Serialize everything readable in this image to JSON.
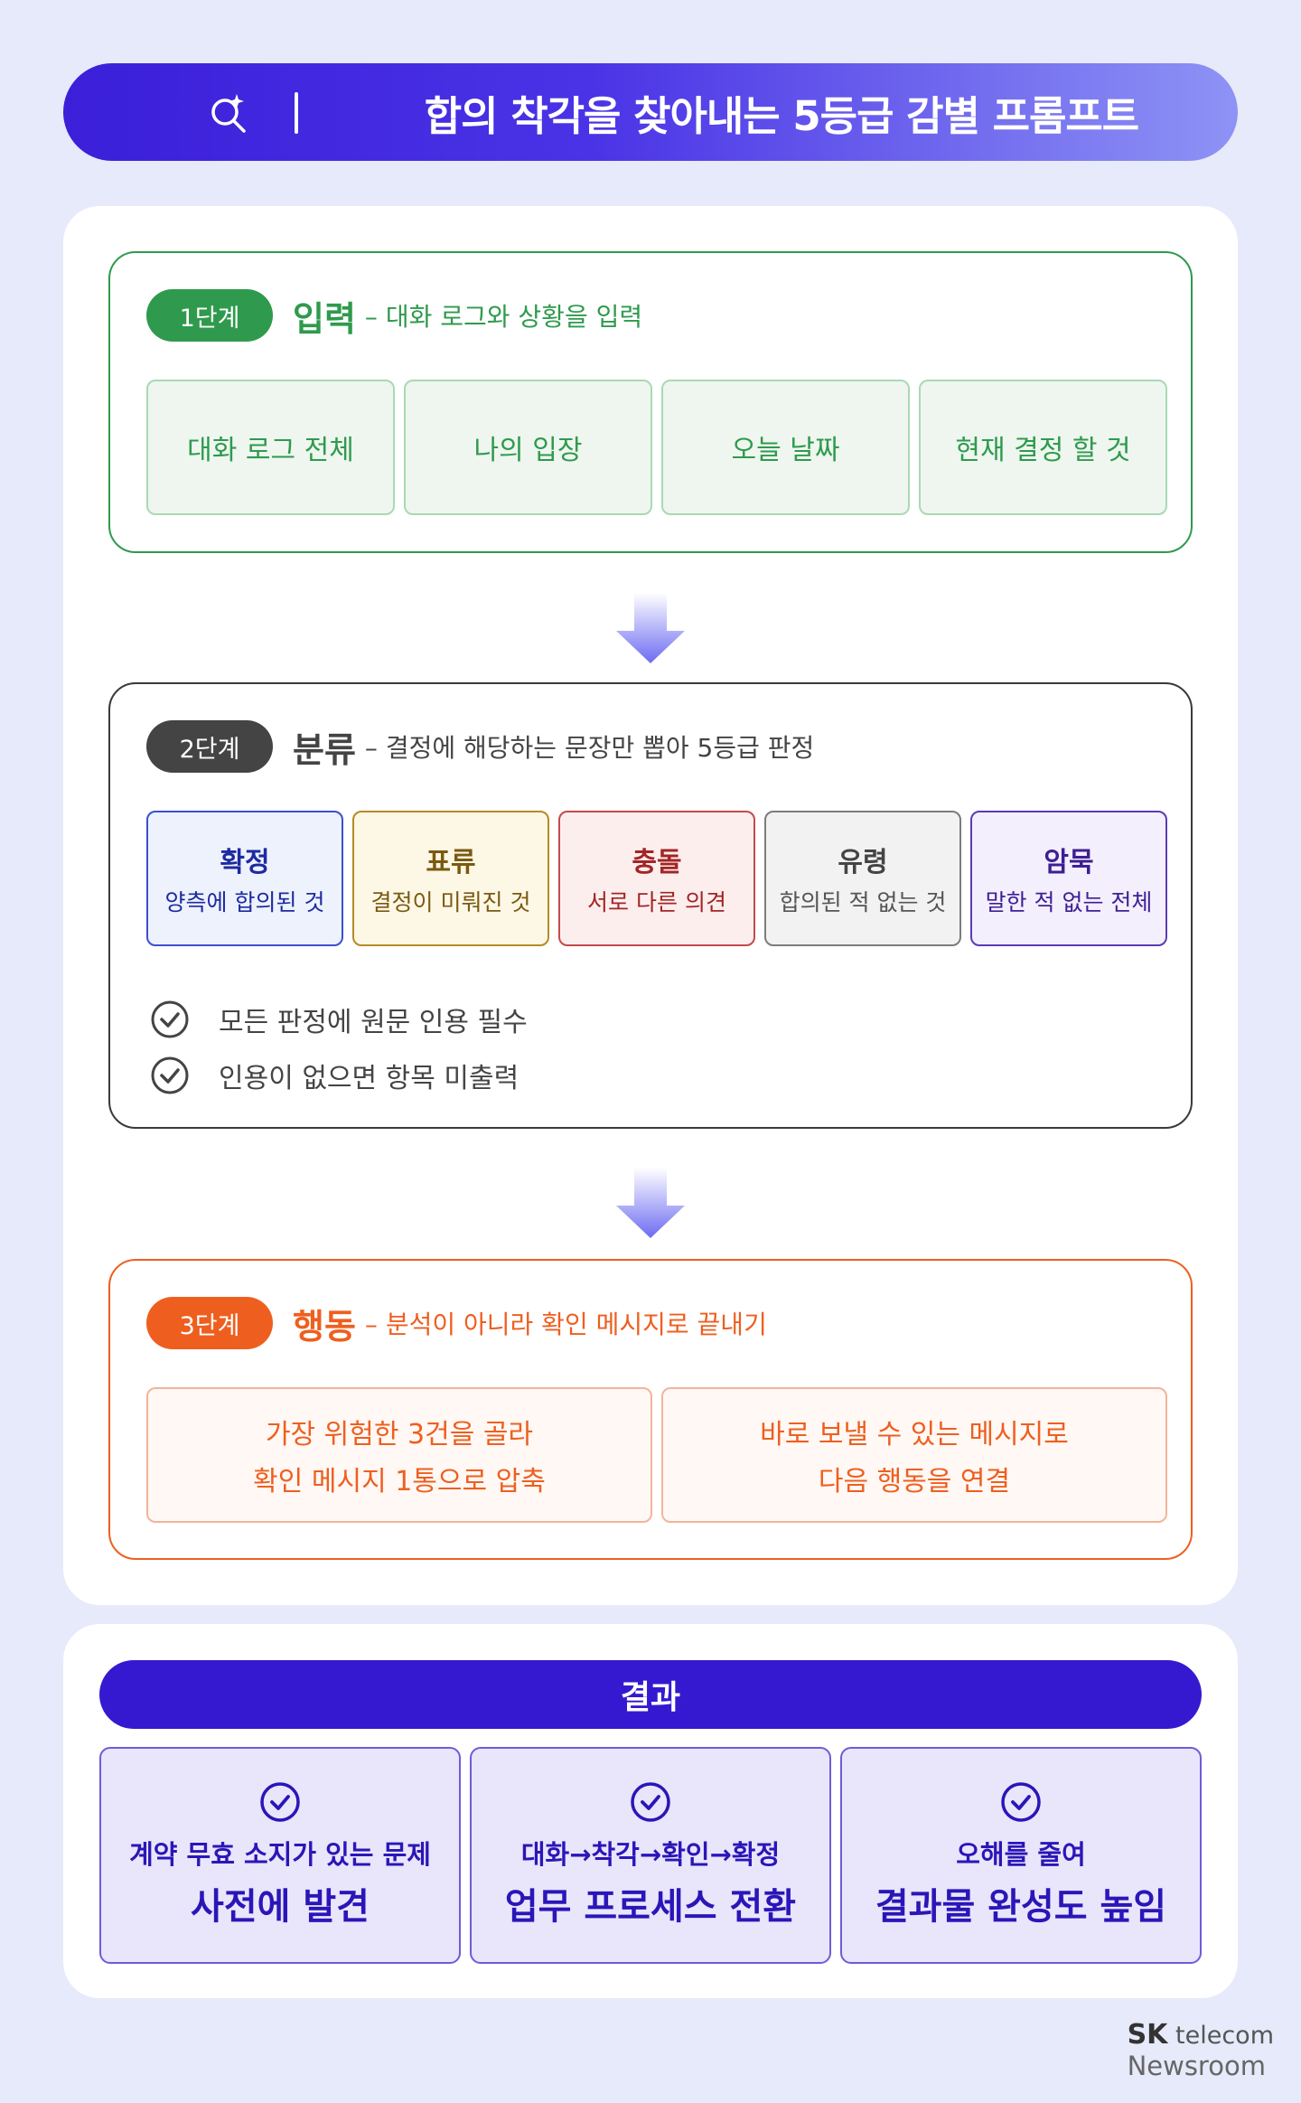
{
  "header": {
    "title": "합의 착각을 찾아내는 5등급 감별 프롬프트"
  },
  "stage1": {
    "badge": "1단계",
    "name": "입력",
    "desc": "– 대화 로그와 상황을 입력",
    "items": [
      "대화 로그 전체",
      "나의 입장",
      "오늘 날짜",
      "현재 결정 할 것"
    ]
  },
  "stage2": {
    "badge": "2단계",
    "name": "분류",
    "desc": "– 결정에 해당하는 문장만 뽑아 5등급 판정",
    "categories": [
      {
        "name": "확정",
        "desc": "양측에 합의된 것"
      },
      {
        "name": "표류",
        "desc": "결정이 미뤄진 것"
      },
      {
        "name": "충돌",
        "desc": "서로 다른 의견"
      },
      {
        "name": "유령",
        "desc": "합의된 적 없는 것"
      },
      {
        "name": "암묵",
        "desc": "말한 적 없는 전체"
      }
    ],
    "rules": [
      "모든 판정에 원문 인용 필수",
      "인용이 없으면 항목 미출력"
    ]
  },
  "stage3": {
    "badge": "3단계",
    "name": "행동",
    "desc": "– 분석이 아니라  확인 메시지로 끝내기",
    "boxes": [
      {
        "line1": "가장 위험한 3건을 골라",
        "line2": "확인 메시지 1통으로 압축"
      },
      {
        "line1": "바로 보낼 수 있는 메시지로",
        "line2": "다음 행동을 연결"
      }
    ]
  },
  "result": {
    "title": "결과",
    "boxes": [
      {
        "sub": "계약 무효 소지가 있는 문제",
        "main": "사전에 발견"
      },
      {
        "sub": "대화→착각→확인→확정",
        "main": "업무 프로세스 전환"
      },
      {
        "sub": "오해를 줄여",
        "main": "결과물 완성도 높임"
      }
    ]
  },
  "brand": {
    "name1": "SK",
    "name2": "telecom",
    "name3": "Newsroom"
  },
  "colors": {
    "stage1": "#2f9a4d",
    "stage2": "#444444",
    "stage3": "#ee5f1f",
    "result": "#3519d0"
  }
}
